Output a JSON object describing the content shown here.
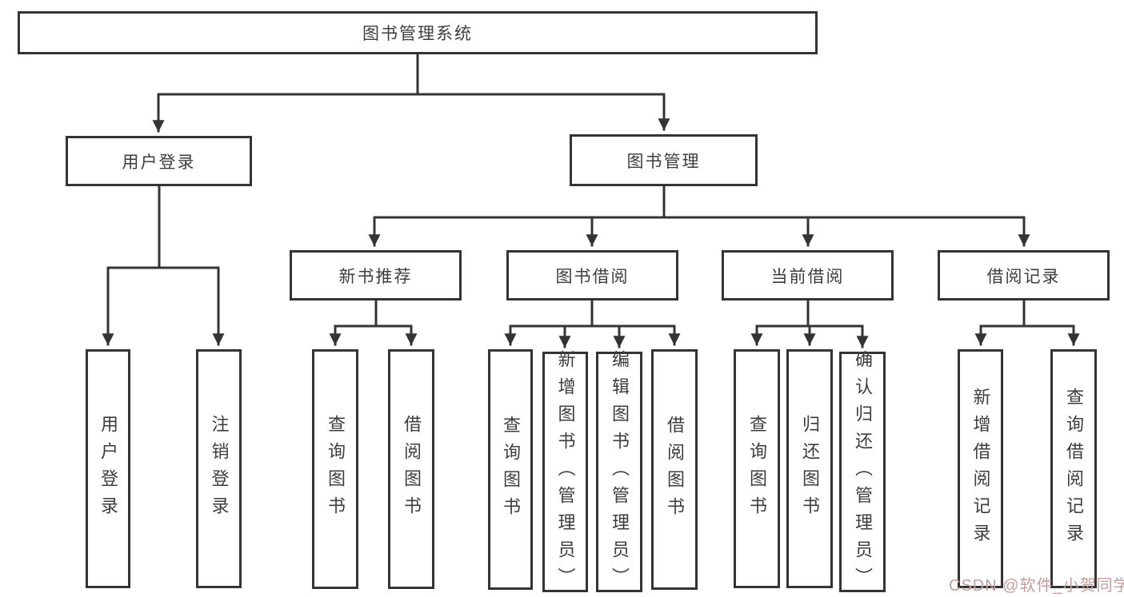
{
  "diagram": {
    "title": "图书管理系统",
    "tree": {
      "root": {
        "label": "图书管理系统"
      },
      "branches": [
        {
          "label": "用户登录",
          "children": [
            {
              "label": "用户登录"
            },
            {
              "label": "注销登录"
            }
          ]
        },
        {
          "label": "图书管理",
          "children": [
            {
              "label": "新书推荐",
              "children": [
                {
                  "label": "查询图书"
                },
                {
                  "label": "借阅图书"
                }
              ]
            },
            {
              "label": "图书借阅",
              "children": [
                {
                  "label": "查询图书"
                },
                {
                  "label": "新增图书（管理员）"
                },
                {
                  "label": "编辑图书（管理员）"
                },
                {
                  "label": "借阅图书"
                }
              ]
            },
            {
              "label": "当前借阅",
              "children": [
                {
                  "label": "查询图书"
                },
                {
                  "label": "归还图书"
                },
                {
                  "label": "确认归还（管理员）"
                }
              ]
            },
            {
              "label": "借阅记录",
              "children": [
                {
                  "label": "新增借阅记录"
                },
                {
                  "label": "查询借阅记录"
                }
              ]
            }
          ]
        }
      ]
    },
    "colors": {
      "line": "#343434",
      "text": "#3d3d3d",
      "watermark": "#c59e9e"
    }
  },
  "watermark": {
    "text": "CSDN @软件_小贺同学"
  }
}
